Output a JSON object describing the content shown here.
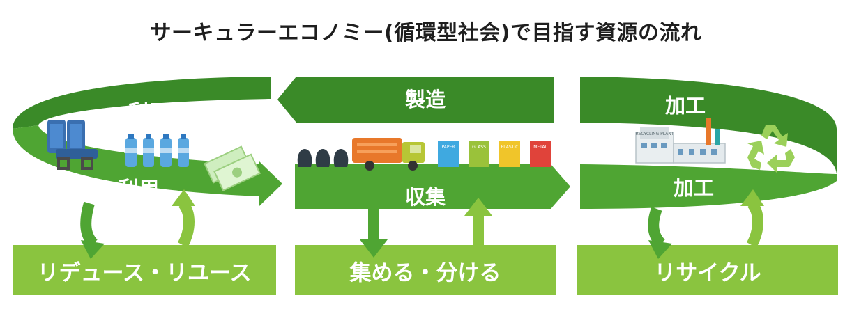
{
  "title": "サーキュラーエコノミー(循環型社会)で目指す資源の流れ",
  "colors": {
    "dark_green": "#3a8a28",
    "mid_green": "#4fa533",
    "light_green": "#8ac43f",
    "arrow_up": "#8ac43f",
    "arrow_down": "#4fa533"
  },
  "sections": [
    {
      "top_label": "利用",
      "mid_label": "利用",
      "box_label": "リデュース・リユース"
    },
    {
      "top_label": "製造",
      "mid_label": "収集",
      "box_label": "集める・分ける"
    },
    {
      "top_label": "加工",
      "mid_label": "加工",
      "box_label": "リサイクル"
    }
  ],
  "bin_labels": [
    "PAPER",
    "GLASS",
    "PLASTIC",
    "METAL"
  ],
  "factory_sign": "RECYCLING PLANT"
}
